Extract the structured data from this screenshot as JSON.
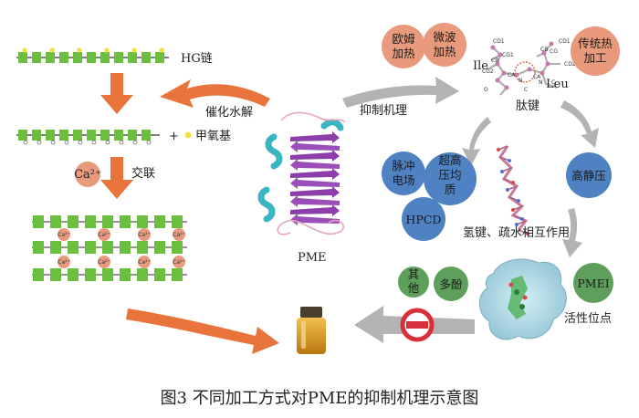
{
  "hg_chain": {
    "label": "HG链"
  },
  "steps": {
    "hydrolysis": "催化水解",
    "crosslink": "交联",
    "methoxy": "甲氧基",
    "plus": "+",
    "calcium": "Ca²⁺",
    "calcium_bead": "Ca²⁺"
  },
  "center": {
    "protein_label": "PME",
    "mechanism_label": "抑制机理"
  },
  "peptide": {
    "label": "肽键",
    "residues": [
      "Ile",
      "Leu"
    ],
    "atoms": [
      "CD1",
      "CG1",
      "CB",
      "CG2",
      "CA",
      "N",
      "C",
      "O",
      "CD1",
      "CG",
      "CB",
      "CD2",
      "CA",
      "C",
      "N"
    ]
  },
  "treatments": {
    "ohmic": "欧姆\n加热",
    "microwave": "微波\n加热",
    "thermal": "传统热\n加工",
    "pef": "脉冲\n电场",
    "uhph": "超高\n压均\n质",
    "hpcd": "HPCD",
    "hhp": "高静压",
    "pmei": "PMEI",
    "other": "其\n他",
    "polyphenol": "多酚"
  },
  "interactions": {
    "hbond": "氢键、疏水相互作用",
    "active_site": "活性位点"
  },
  "caption": "图3  不同加工方式对PME的抑制机理示意图",
  "colors": {
    "orange_arrow": "#e8743b",
    "gray_arrow": "#b3b3b3",
    "salmon": "#e99a7c",
    "blue": "#4f82c2",
    "green": "#5ea05b",
    "bead_green": "#6abf3f",
    "purple": "#8c3fa8",
    "cyan": "#3ab5c2",
    "pink_mol": "#c97a9a",
    "surface": "#a9d4e0"
  }
}
